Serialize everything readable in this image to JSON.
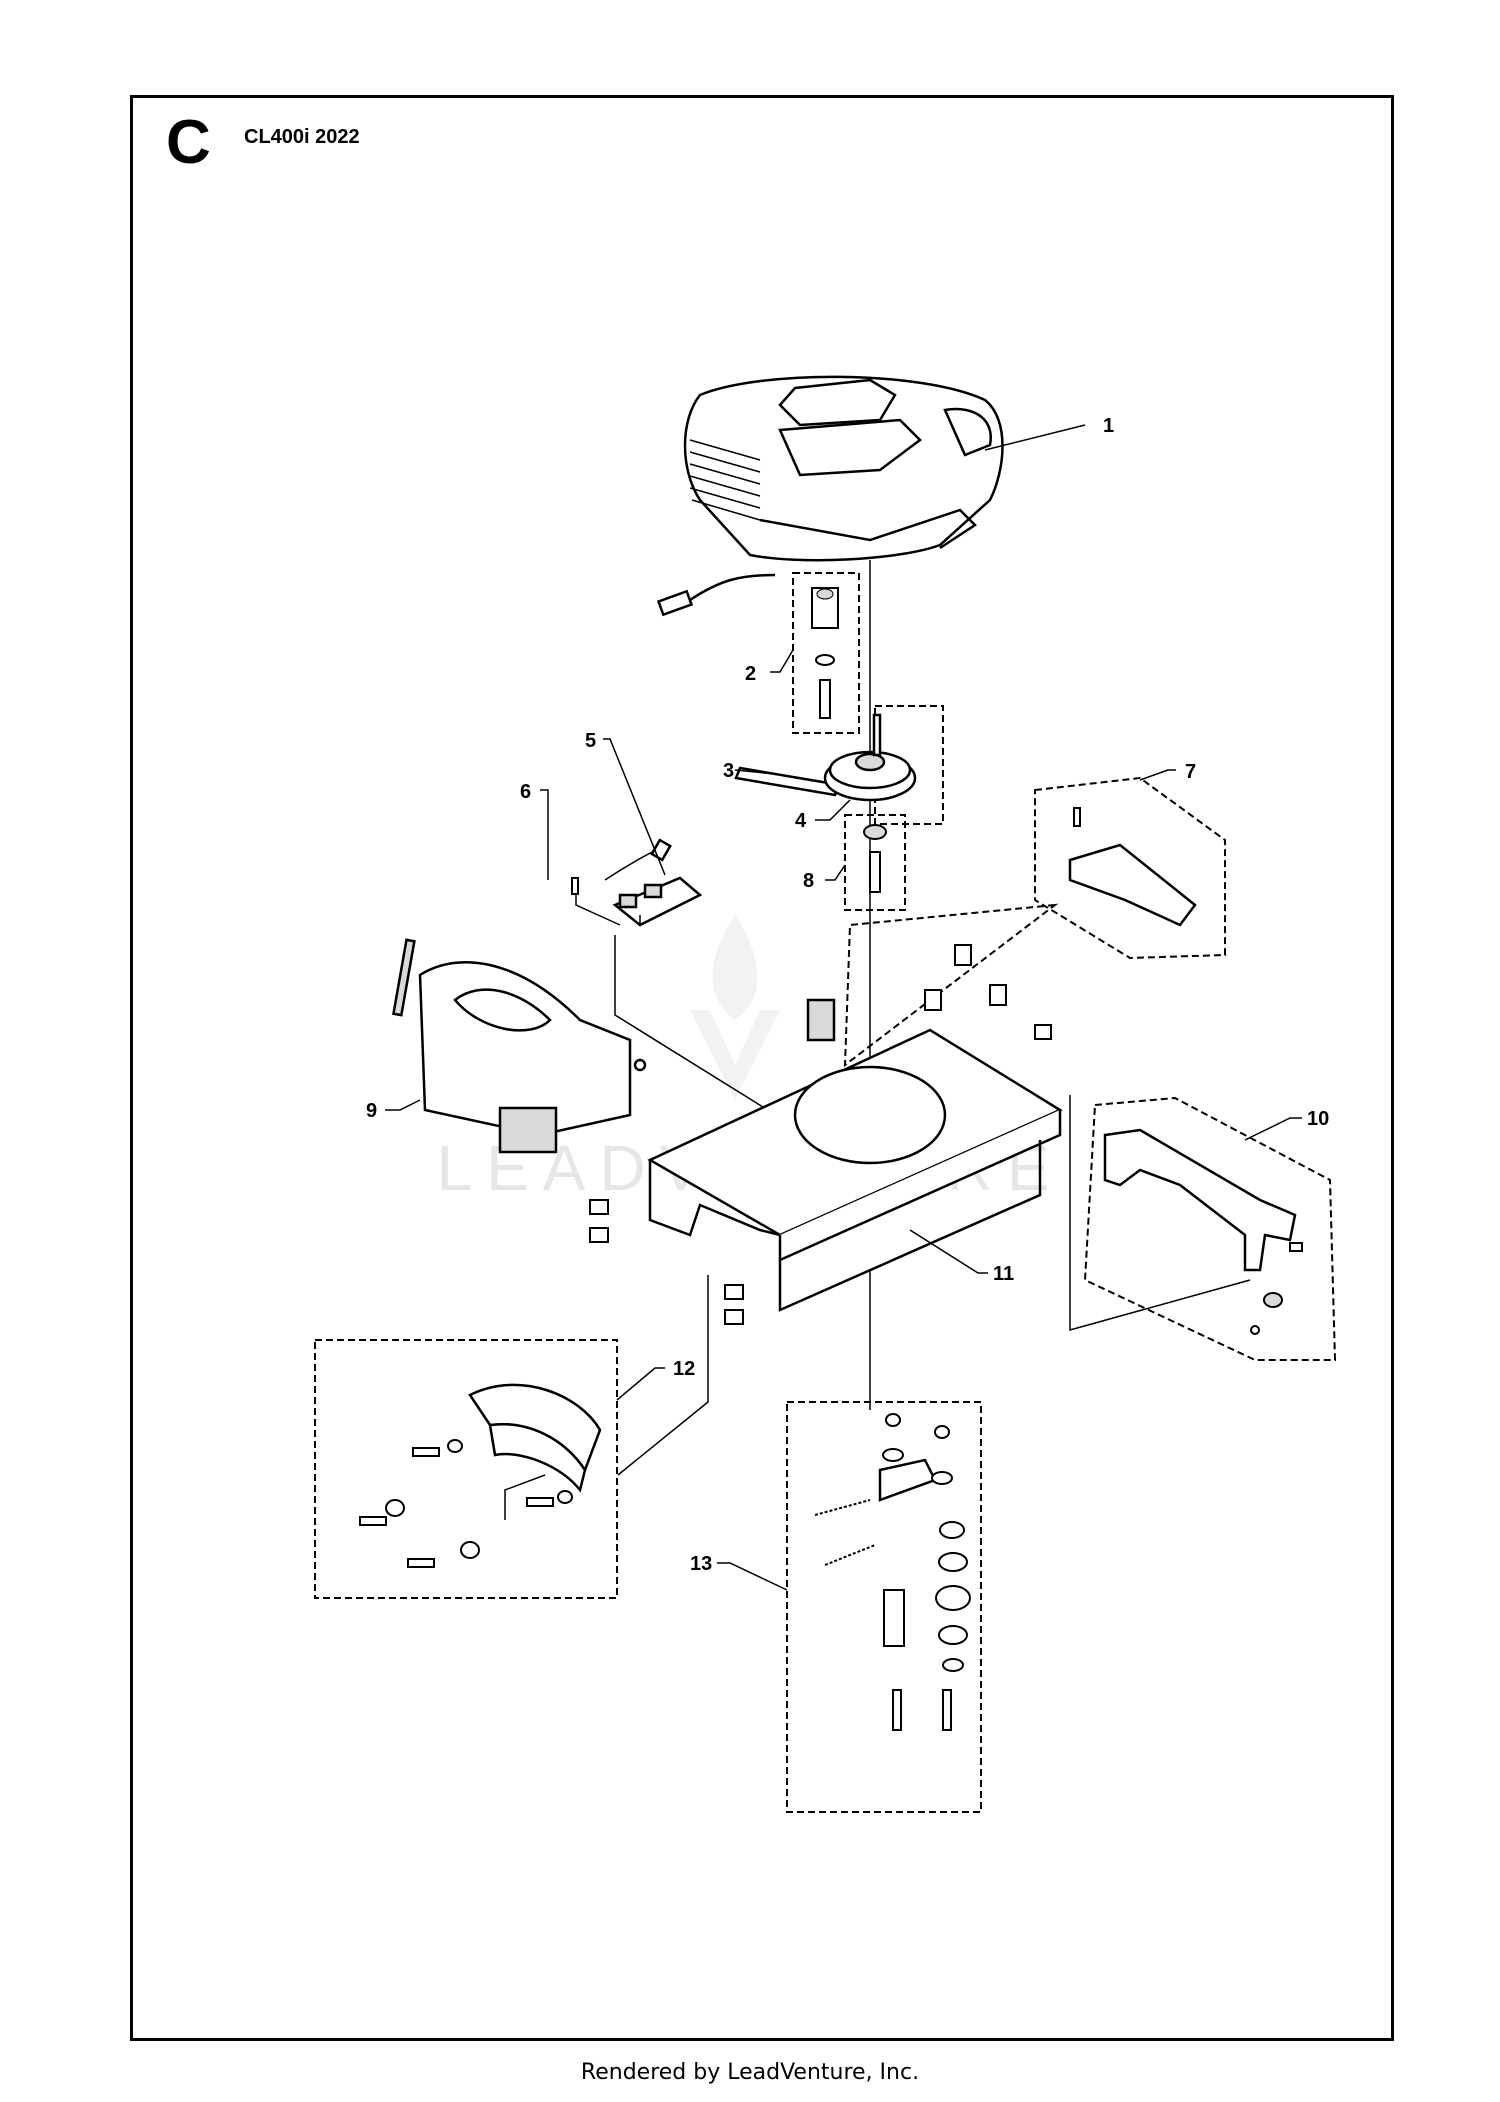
{
  "header": {
    "section_letter": "C",
    "model_title": "CL400i 2022"
  },
  "watermark": "LEADVENTURE",
  "footer": "Rendered by LeadVenture, Inc.",
  "callouts": [
    "1",
    "2",
    "3",
    "4",
    "5",
    "6",
    "7",
    "8",
    "9",
    "10",
    "11",
    "12",
    "13"
  ],
  "colors": {
    "line": "#000000",
    "fill": "#ffffff",
    "shade": "#d9d9d9",
    "watermark": "#e6e6e6"
  }
}
